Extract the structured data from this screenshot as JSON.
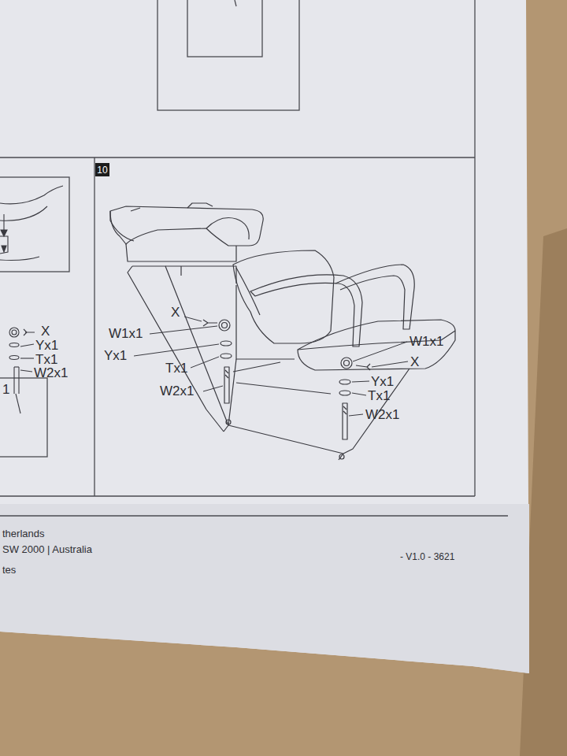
{
  "diagram": {
    "nodes": [
      {
        "text": [
          "10"
        ]
      }
    ],
    "labels": [
      "X",
      "W1x1",
      "Yx1",
      "Tx1",
      "W2x1",
      "W1x1",
      "X",
      "Yx1",
      "Tx1",
      "W2x1",
      "X",
      "Yx1",
      "Tx1",
      "W2x1",
      "1",
      "therlands",
      "SW 2000 | Australia",
      "tes",
      "- V1.0 -  3621"
    ]
  }
}
